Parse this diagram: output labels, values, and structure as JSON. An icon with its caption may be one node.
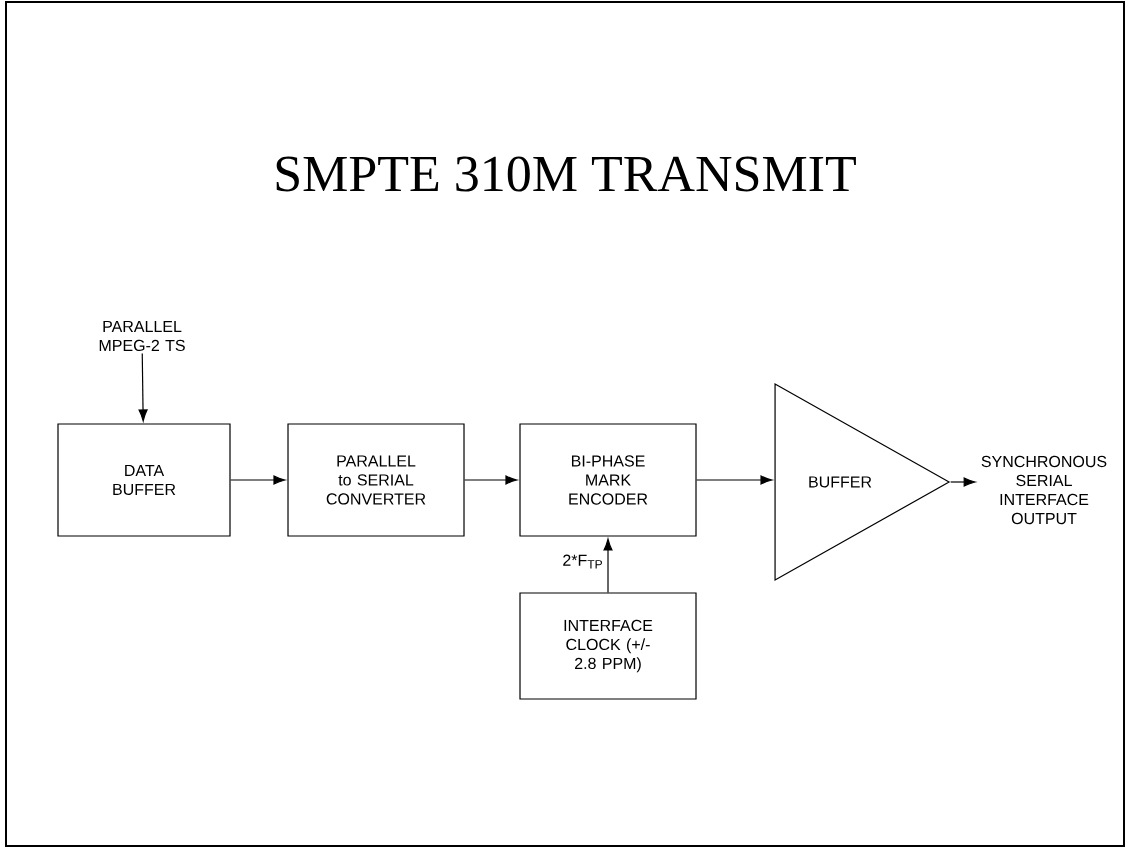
{
  "diagram": {
    "title": "SMPTE 310M TRANSMIT",
    "nodes": [
      {
        "text": [
          "PARALLEL MPEG-2 TS"
        ]
      },
      {
        "text": [
          "DATA BUFFER"
        ]
      },
      {
        "text": [
          "PARALLEL to SERIAL CONVERTER"
        ]
      },
      {
        "text": [
          "BI-PHASE MARK ENCODER"
        ]
      },
      {
        "text": [
          "BUFFER"
        ]
      },
      {
        "text": [
          "SYNCHRONOUS SERIAL INTERFACE OUTPUT"
        ]
      },
      {
        "text": [
          "INTERFACE CLOCK (+/- 2.8 PPM)"
        ]
      }
    ],
    "edges": [
      {
        "from": 0,
        "to": 1,
        "arrow": "to"
      },
      {
        "from": 1,
        "to": 2,
        "arrow": "to"
      },
      {
        "from": 2,
        "to": 3,
        "arrow": "to"
      },
      {
        "from": 3,
        "to": 4,
        "arrow": "to"
      },
      {
        "from": 4,
        "to": 5,
        "arrow": "to"
      },
      {
        "from": 6,
        "to": 3,
        "arrow": "to",
        "label": "2*F$_{TP}$"
      }
    ]
  }
}
